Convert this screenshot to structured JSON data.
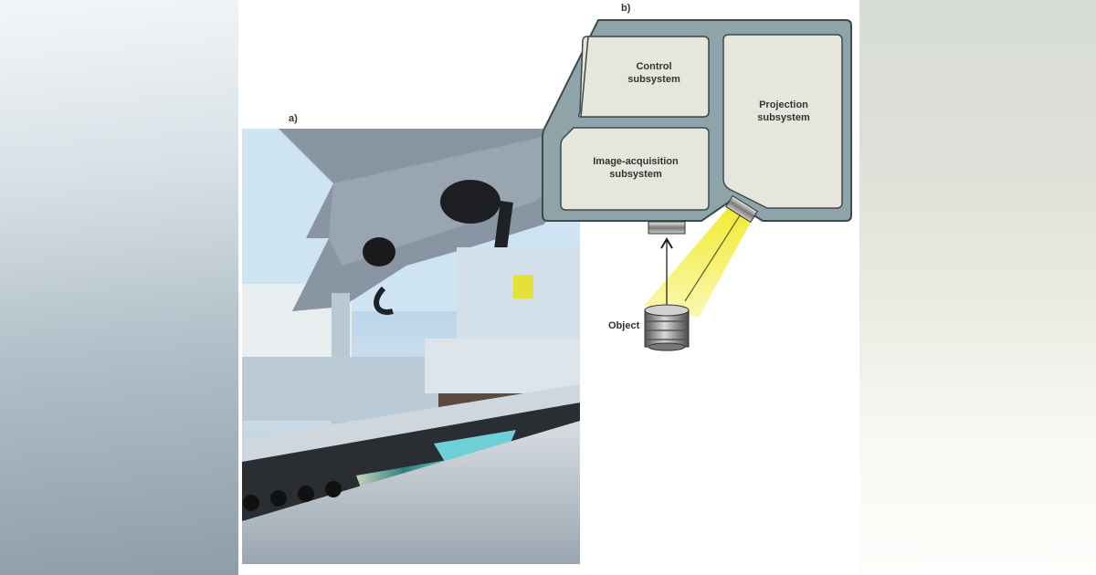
{
  "figure": {
    "panel_a": {
      "label": "a)",
      "description": "Photograph of inspection machine over conveyor with printed circuit boards"
    },
    "panel_b": {
      "label": "b)",
      "subsystems": [
        {
          "name": "control",
          "line1": "Control",
          "line2": "subsystem"
        },
        {
          "name": "image-acquisition",
          "line1": "Image-acquisition",
          "line2": "subsystem"
        },
        {
          "name": "projection",
          "line1": "Projection",
          "line2": "subsystem"
        }
      ],
      "object_label": "Object"
    }
  },
  "colors": {
    "housing": "#8fa4a8",
    "housing_border": "#3d4a4e",
    "subsystem_fill": "#e6e6dc",
    "beam": "#f2ee3a",
    "left_bg_top": "#f3f6f8",
    "left_bg_bottom": "#8f9da7",
    "right_bg_top": "#d7dcd6",
    "right_bg_bottom": "#fdfdfb"
  }
}
